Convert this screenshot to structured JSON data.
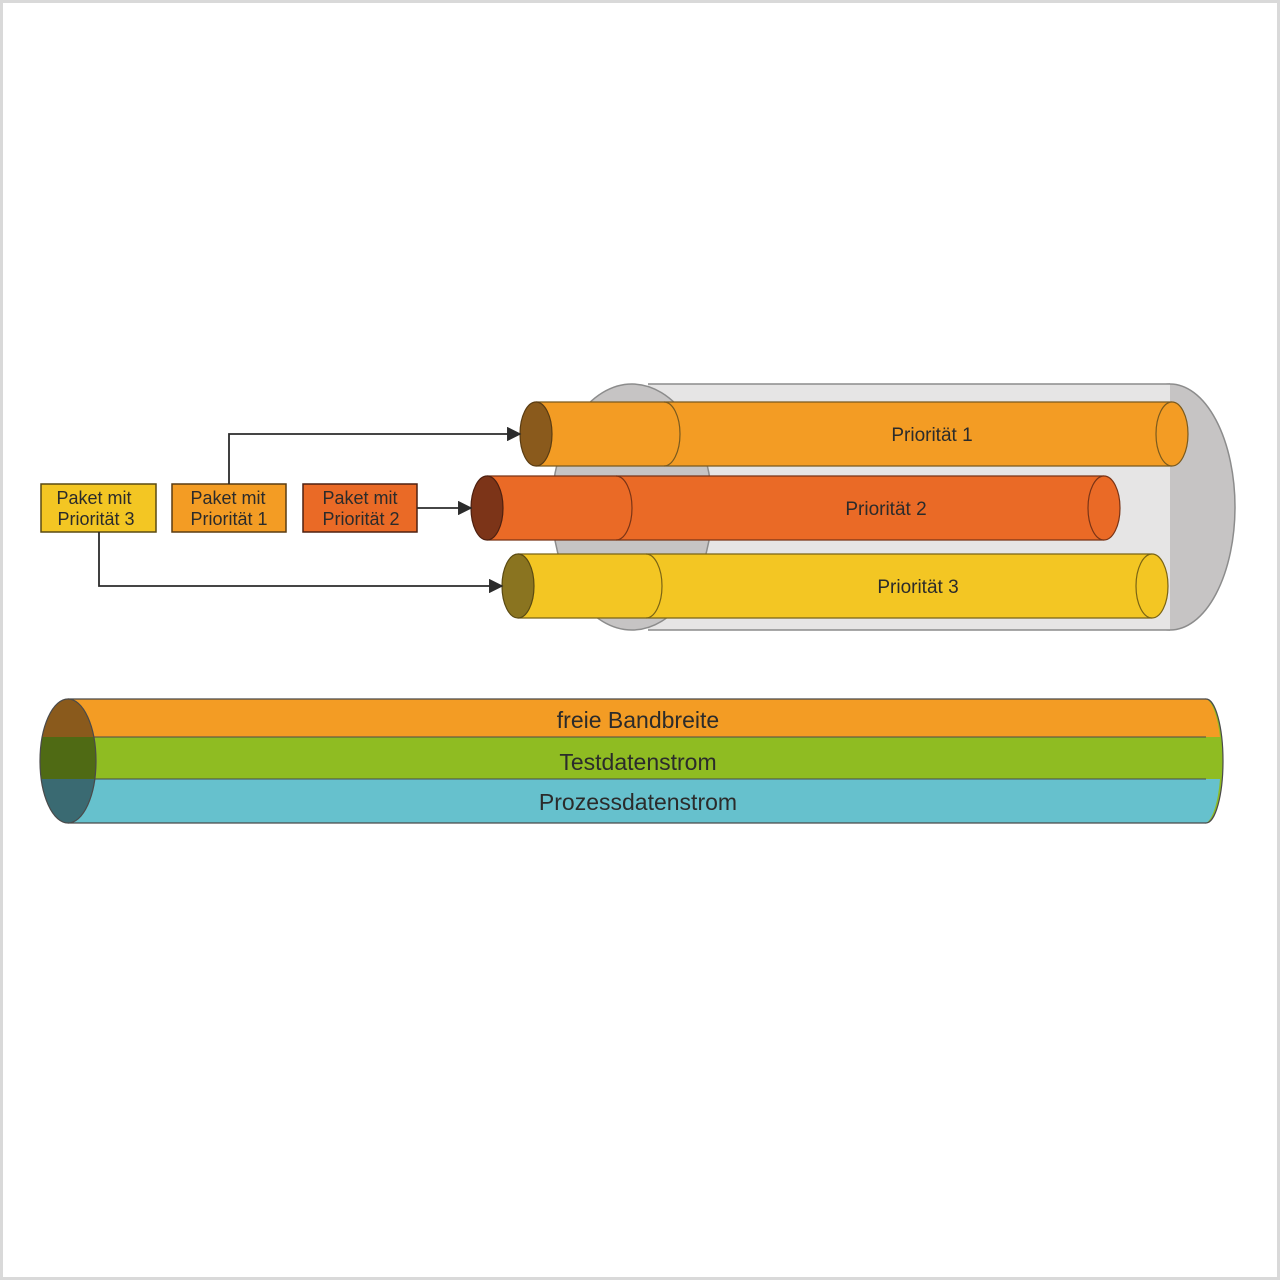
{
  "colors": {
    "prio1": "#f39c24",
    "prio2": "#ea6a26",
    "prio3": "#f3c623",
    "cable": "#c8c6c6",
    "free": "#f39c24",
    "test": "#8fbc22",
    "process": "#66c1cd"
  },
  "packets": [
    {
      "line1": "Paket mit",
      "line2": "Priorität 3"
    },
    {
      "line1": "Paket mit",
      "line2": "Priorität 1"
    },
    {
      "line1": "Paket mit",
      "line2": "Priorität 2"
    }
  ],
  "pipes": [
    {
      "label": "Priorität 1"
    },
    {
      "label": "Priorität 2"
    },
    {
      "label": "Priorität 3"
    }
  ],
  "bands": [
    {
      "label": "freie Bandbreite"
    },
    {
      "label": "Testdatenstrom"
    },
    {
      "label": "Prozessdatenstrom"
    }
  ]
}
